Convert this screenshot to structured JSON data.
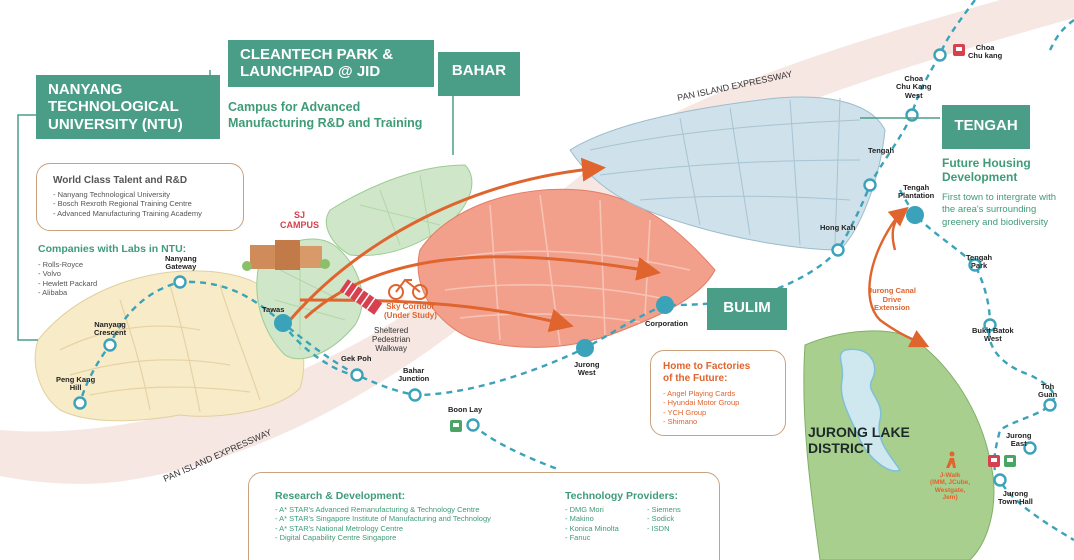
{
  "districts": {
    "ntu": {
      "title": [
        "NANYANG",
        "TECHNOLOGICAL",
        "UNIVERSITY (NTU)"
      ]
    },
    "cleantech": {
      "title": [
        "CLEANTECH PARK &",
        "LAUNCHPAD @ JID"
      ],
      "subtitle": [
        "Campus for Advanced",
        "Manufacturing R&D and Training"
      ]
    },
    "bahar": {
      "title": "BAHAR"
    },
    "tengah": {
      "title": "TENGAH",
      "subtitle": [
        "Future Housing",
        "Development"
      ],
      "desc": [
        "First town to intergrate with",
        "the area's surrounding",
        "greenery and biodiversity"
      ]
    },
    "bulim": {
      "title": "BULIM"
    },
    "jld": {
      "title": [
        "JURONG LAKE",
        "DISTRICT"
      ]
    }
  },
  "world_class": {
    "title": "World Class Talent and R&D",
    "items": [
      "Nanyang Technological University",
      "Bosch Rexroth Regional Training Centre",
      "Advanced Manufacturing Training Academy"
    ]
  },
  "companies": {
    "title": "Companies with Labs in NTU:",
    "items": [
      "Rolls-Royce",
      "Volvo",
      "Hewlett Packard",
      "Alibaba"
    ]
  },
  "factories": {
    "title": [
      "Home to Factories",
      "of the Future:"
    ],
    "items": [
      "Angel Playing Cards",
      "Hyundai Motor Group",
      "YCH Group",
      "Shimano"
    ]
  },
  "research": {
    "title": "Research & Development:",
    "items": [
      "A* STAR's Advanced Remanufacturing & Technology Centre",
      "A* STAR's Singapore Institute of Manufacturing and Technology",
      "A* STAR's National Metrology Centre",
      "Digital Capability Centre Singapore"
    ]
  },
  "tech_providers": {
    "title": "Technology Providers:",
    "col1": [
      "DMG Mori",
      "Makino",
      "Konica Minolta",
      "Fanuc"
    ],
    "col2": [
      "Siemens",
      "Sodick",
      "ISDN"
    ]
  },
  "annotations": {
    "sj_campus": [
      "SJ",
      "CAMPUS"
    ],
    "sky_corridor": [
      "Sky Corridor",
      "(Under Study)"
    ],
    "walkway": [
      "Sheltered",
      "Pedestrian",
      "Walkway"
    ],
    "canal": [
      "Jurong Canal",
      "Drive",
      "Extension"
    ],
    "jwalk": [
      "J-Walk",
      "(IMM, JCube,",
      "Westgate,",
      "Jem)"
    ]
  },
  "roads": {
    "expressway_top": "PAN ISLAND EXPRESSWAY",
    "expressway_bottom": "PAN ISLAND EXPRESSWAY"
  },
  "stations": {
    "choa_chu_kang": [
      "Choa",
      "Chu kang"
    ],
    "choa_chu_kang_west": [
      "Choa",
      "Chu Kang",
      "West"
    ],
    "tengah": [
      "Tengah"
    ],
    "tengah_plantation": [
      "Tengah",
      "Plantation"
    ],
    "hong_kah": [
      "Hong Kah"
    ],
    "tengah_park": [
      "Tengah",
      "Park"
    ],
    "bukit_batok_west": [
      "Bukit Batok",
      "West"
    ],
    "toh_guan": [
      "Toh",
      "Guan"
    ],
    "jurong_east": [
      "Jurong",
      "East"
    ],
    "jurong_town_hall": [
      "Jurong",
      "Town Hall"
    ],
    "corporation": [
      "Corporation"
    ],
    "jurong_west": [
      "Jurong",
      "West"
    ],
    "boon_lay": [
      "Boon Lay"
    ],
    "bahar_junction": [
      "Bahar",
      "Junction"
    ],
    "gek_poh": [
      "Gek Poh"
    ],
    "tawas": [
      "Tawas"
    ],
    "nanyang_gateway": [
      "Nanyang",
      "Gateway"
    ],
    "nanyang_crescent": [
      "Nanyang",
      "Crescent"
    ],
    "peng_kang_hill": [
      "Peng Kang",
      "Hill"
    ]
  },
  "colors": {
    "header_green": "#4a9e88",
    "accent_orange": "#e0642e",
    "rail_teal": "#3aa3b9",
    "bulim_red": "#f2a08c",
    "tengah_blue": "#cfe1ea",
    "cleantech_green": "#cfe6c8",
    "ntu_cream": "#f8ebc7",
    "lake_green": "#a9cf8e"
  }
}
